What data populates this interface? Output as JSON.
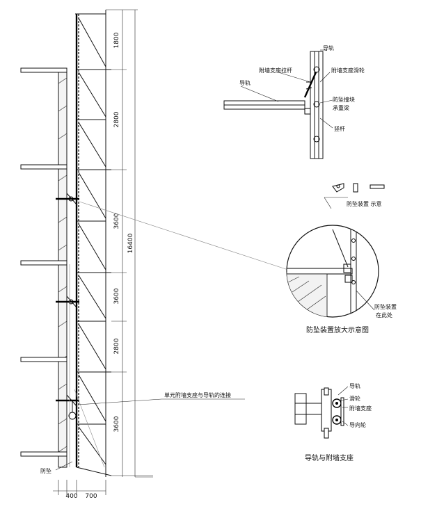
{
  "main_elevation": {
    "segment_dims": [
      "1800",
      "2800",
      "3600",
      "3600",
      "2800",
      "3600"
    ],
    "total_dim": "16400",
    "bottom_dims": [
      "400",
      "700"
    ],
    "callout_bracket": "单元附墙支座与导轨的连接",
    "callout_bottom": "防坠"
  },
  "detail_top": {
    "labels": [
      "导轨",
      "附墙支座拉杆",
      "附墙支座滑轮",
      "导轨",
      "防坠撞块",
      "承重梁",
      "竖杆"
    ]
  },
  "detail_circle": {
    "parts_label": "防坠装置 示意",
    "side_note": [
      "防坠装置",
      "在此处"
    ],
    "caption": "防坠装置放大示意图"
  },
  "detail_bottom": {
    "labels": [
      "导轨",
      "滑轮",
      "附墙支座",
      "导向轮"
    ],
    "caption": "导轨与附墙支座"
  }
}
